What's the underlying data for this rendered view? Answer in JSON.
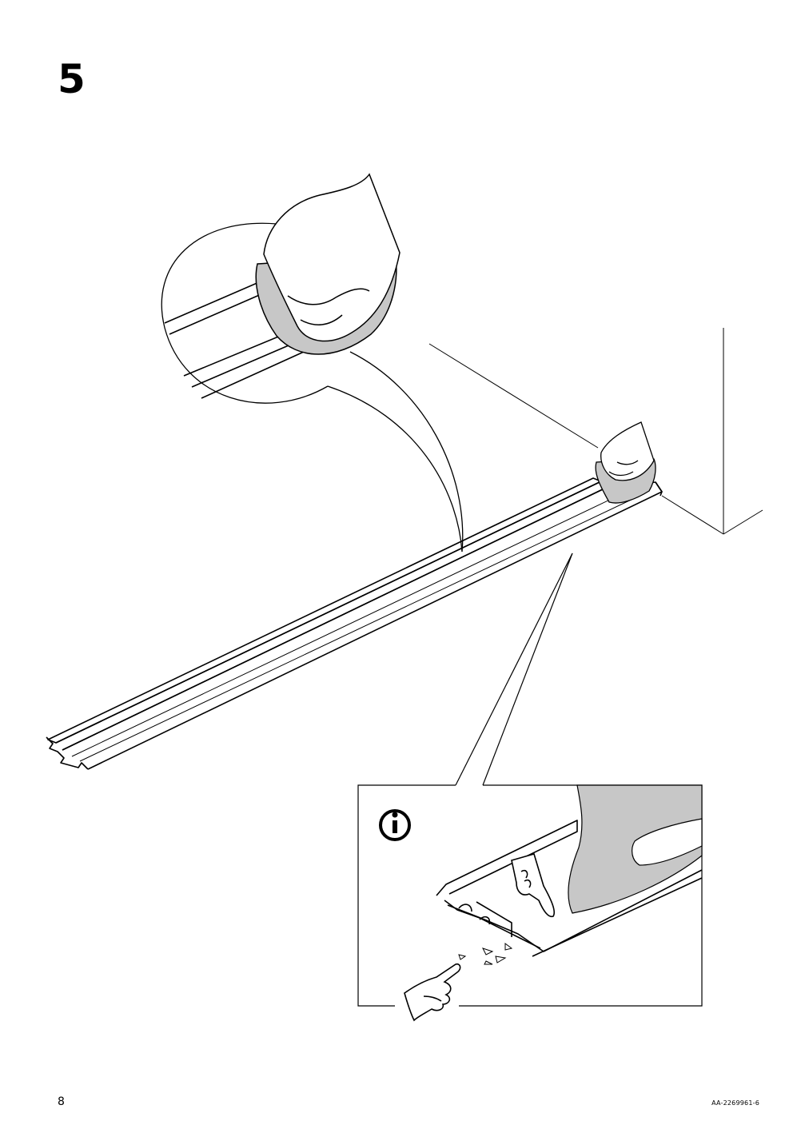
{
  "step": {
    "number": "5"
  },
  "footer": {
    "page_number": "8",
    "doc_code": "AA-2269961-6"
  },
  "illustration": {
    "main_icon": "cleaning-hand-icon",
    "info_icon": "info-icon",
    "pointing_icon": "pointing-hand-icon",
    "glove_color": "#c7c7c7"
  }
}
